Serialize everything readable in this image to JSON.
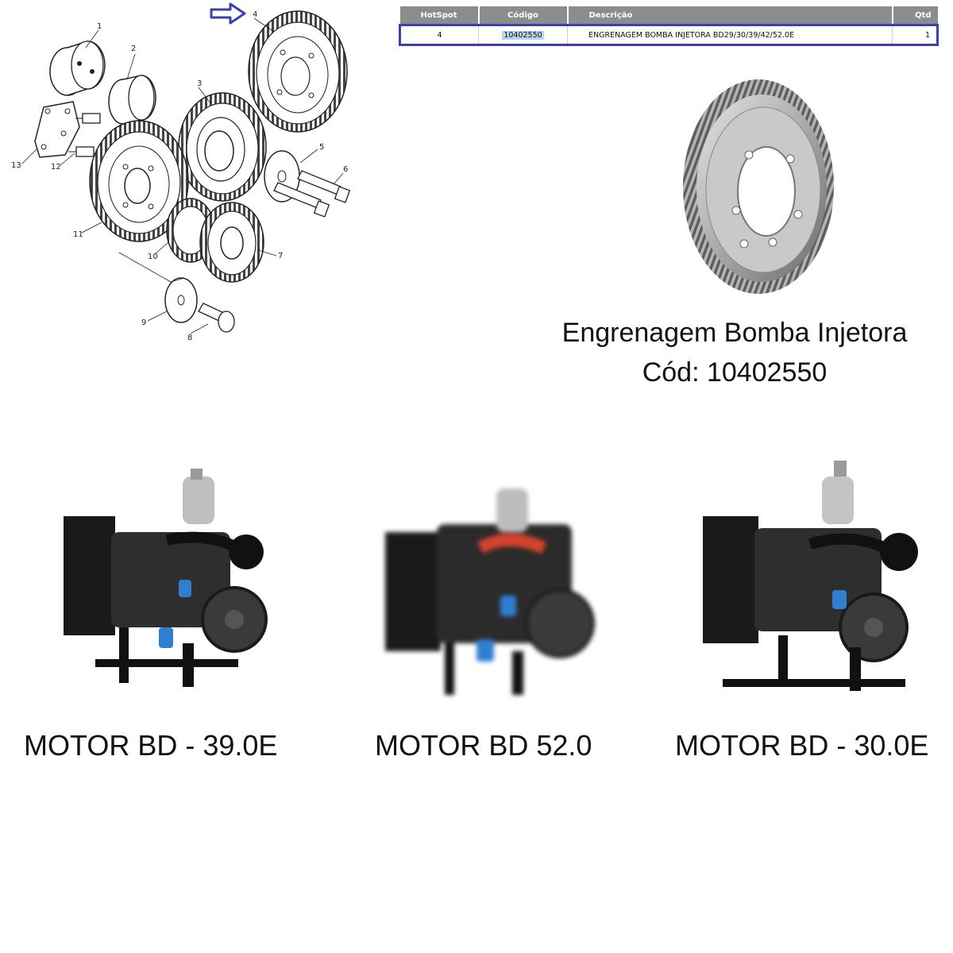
{
  "diagram": {
    "callouts": [
      "1",
      "2",
      "3",
      "4",
      "5",
      "6",
      "7",
      "8",
      "9",
      "10",
      "11",
      "12",
      "13"
    ],
    "arrow_icon": "arrow-right-outline-icon",
    "accent": "#3b3fb5"
  },
  "parts_table": {
    "headers": {
      "hotspot": "HotSpot",
      "codigo": "Código",
      "descricao": "Descrição",
      "qtd": "Qtd"
    },
    "rows": [
      {
        "hotspot": "4",
        "codigo": "10402550",
        "descricao": "ENGRENAGEM BOMBA INJETORA BD29/30/39/42/52.0E",
        "qtd": "1"
      }
    ],
    "header_color": "#8c8c8c",
    "selection_color": "#3b3fb5"
  },
  "product": {
    "title": "Engrenagem Bomba Injetora",
    "code": "Cód: 10402550"
  },
  "engines": [
    {
      "label": "MOTOR BD - 39.0E"
    },
    {
      "label": "MOTOR BD 52.0"
    },
    {
      "label": "MOTOR BD - 30.0E"
    }
  ]
}
